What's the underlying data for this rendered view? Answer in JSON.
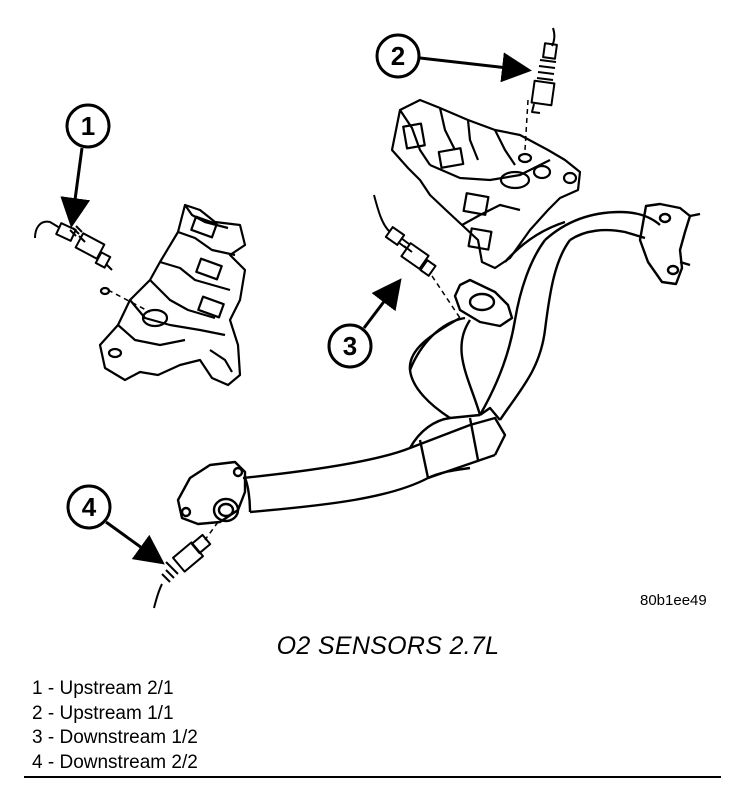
{
  "figure_code": "80b1ee49",
  "title": "O2 SENSORS 2.7L",
  "callouts": [
    "1",
    "2",
    "3",
    "4"
  ],
  "legend": [
    {
      "number": "1",
      "separator": "-",
      "text": "Upstream 2/1"
    },
    {
      "number": "2",
      "separator": "-",
      "text": "Upstream 1/1"
    },
    {
      "number": "3",
      "separator": "-",
      "text": "Downstream 1/2"
    },
    {
      "number": "4",
      "separator": "-",
      "text": "Downstream 2/2"
    }
  ]
}
